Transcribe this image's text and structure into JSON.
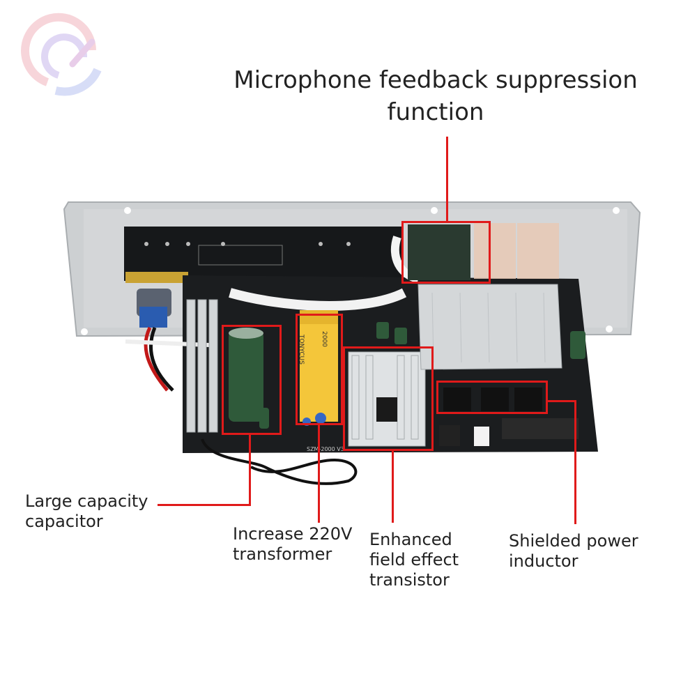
{
  "callouts": {
    "top": "Microphone feedback suppression function",
    "capacitor": "Large capacity capacitor",
    "transformer": "Increase 220V transformer",
    "transistor": "Enhanced field effect transistor",
    "inductor": "Shielded power inductor"
  },
  "board_print": {
    "transformer_text_1": "TONYCUS",
    "transformer_text_2": "2000",
    "pcb_model": "SZM-2000 V3"
  },
  "colors": {
    "accent_red": "#e01a1a",
    "pcb": "#1b1d1f",
    "aluminum": "#c9ccce",
    "capacitor": "#2f5a3a",
    "transformer": "#f4c63a"
  },
  "icons": {
    "logo": "circular-brand-logo-icon"
  }
}
